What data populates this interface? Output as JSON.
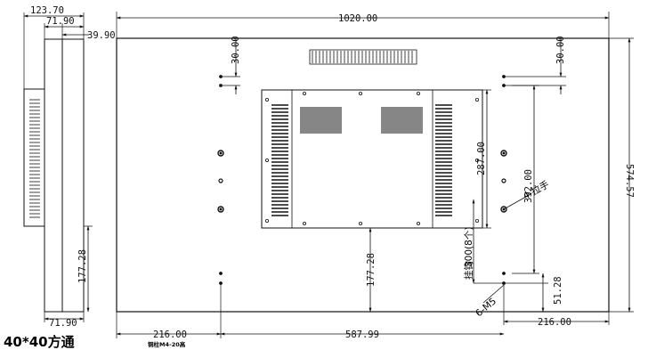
{
  "dimensions": {
    "width_total": "1020.00",
    "height_total": "574.57",
    "depth_total": "123.70",
    "depth_body": "71.90",
    "depth_lip": "39.90",
    "depth_bottom": "71.90",
    "mount_top_left": "30.00",
    "mount_top_right": "30.00",
    "box_height": "287.00",
    "handle_spacing": "392.00",
    "hanger_spacing": "300(8个)",
    "bottom_offset_left": "177.28",
    "bottom_offset_center": "177.28",
    "bottom_offset_right": "51.28",
    "bottom_left": "216.00",
    "bottom_center": "587.99",
    "bottom_right": "216.00"
  },
  "labels": {
    "handle": "4-拉手",
    "hanger": "挂钩",
    "m5": "6-M5",
    "tube": "40*40方通",
    "post": "铜柱M4-20高"
  }
}
